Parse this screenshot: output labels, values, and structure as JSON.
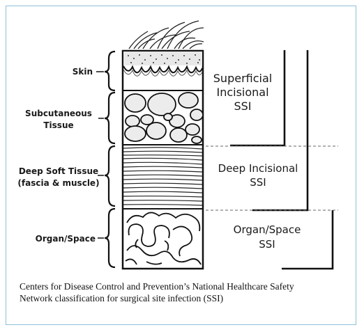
{
  "layers": {
    "skin": "Skin",
    "subcutaneous_line1": "Subcutaneous",
    "subcutaneous_line2": "Tissue",
    "deep_line1": "Deep Soft Tissue",
    "deep_line2": "(fascia & muscle)",
    "organ": "Organ/Space"
  },
  "classifications": {
    "superficial_line1": "Superficial",
    "superficial_line2": "Incisional",
    "superficial_line3": "SSI",
    "deep_line1": "Deep Incisional",
    "deep_line2": "SSI",
    "organ_line1": "Organ/Space",
    "organ_line2": "SSI"
  },
  "caption": {
    "line1": "Centers for Disease Control and Prevention’s National Healthcare Safety",
    "line2": "Network classification for surgical site infection (SSI)"
  }
}
